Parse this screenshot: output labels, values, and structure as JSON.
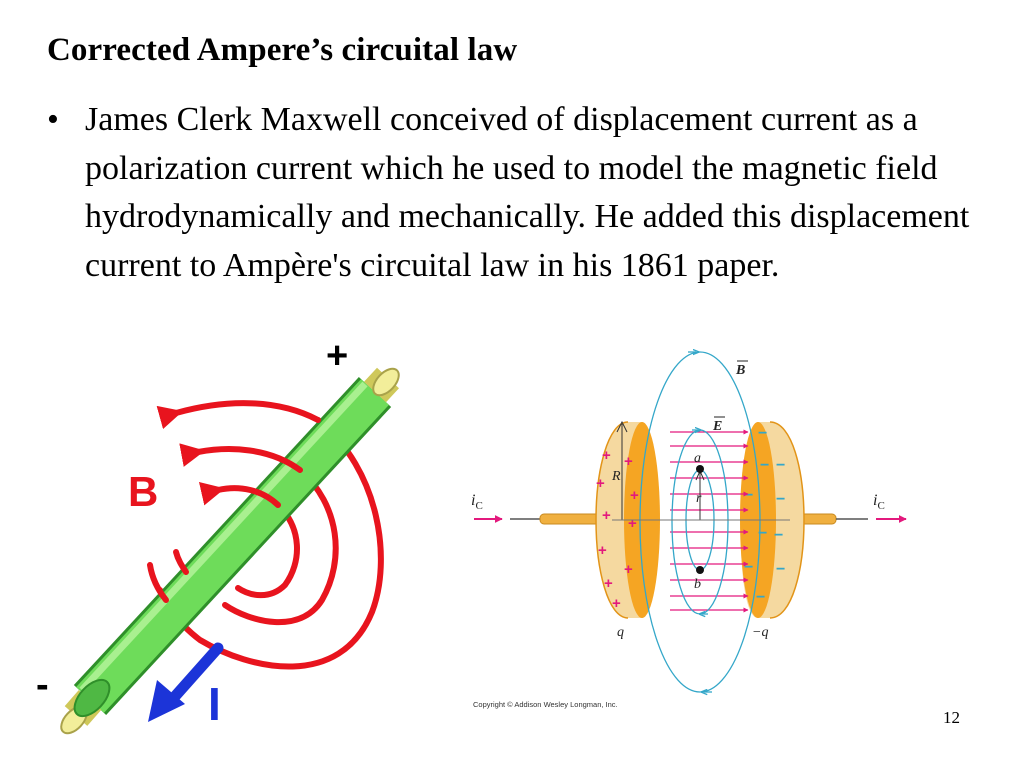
{
  "slide": {
    "title": "Corrected Ampere’s circuital law",
    "bullet": "James Clerk Maxwell conceived of displacement current as a polarization current which he used to model the magnetic field hydrodynamically and mechanically. He added this displacement current to Ampère's circuital law in his 1861 paper.",
    "page_number": "12"
  },
  "left_figure": {
    "plus_label": "+",
    "minus_label": "-",
    "field_label": "B",
    "current_label": "I",
    "colors": {
      "wire": "#6edc5a",
      "field": "#e8141e",
      "arrow": "#1c34d8",
      "wire_tip": "#f2ee9a"
    }
  },
  "right_figure": {
    "b_vector_label": "B",
    "e_vector_label": "E",
    "point_a": "a",
    "point_b": "b",
    "radius_R": "R",
    "radius_r": "r",
    "current_i": "i",
    "current_sub": "C",
    "charge_left": "q",
    "charge_right": "−q",
    "copyright": "Copyright © Addison Wesley Longman, Inc.",
    "colors": {
      "plate": "#f5a523",
      "field_lines": "#34a7c9",
      "e_arrows": "#e3197d",
      "wire": "#f0b040"
    }
  }
}
